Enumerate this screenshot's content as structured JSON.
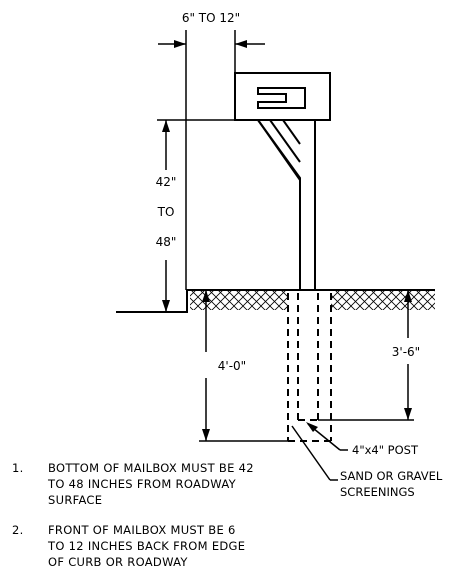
{
  "dimensions": {
    "setback": "6\" TO 12\"",
    "height_line1": "42\"",
    "height_line2": "TO",
    "height_line3": "48\"",
    "depth_hole": "4'-0\"",
    "depth_post": "3'-6\""
  },
  "callouts": {
    "post": "4\"x4\" POST",
    "fill_line1": "SAND OR GRAVEL",
    "fill_line2": "SCREENINGS"
  },
  "notes": [
    {
      "number": "1.",
      "lines": [
        "BOTTOM OF MAILBOX MUST BE 42",
        "TO 48 INCHES FROM ROADWAY",
        "SURFACE"
      ]
    },
    {
      "number": "2.",
      "lines": [
        "FRONT OF MAILBOX MUST BE 6",
        "TO 12 INCHES BACK FROM EDGE",
        "OF CURB OR ROADWAY"
      ]
    }
  ]
}
